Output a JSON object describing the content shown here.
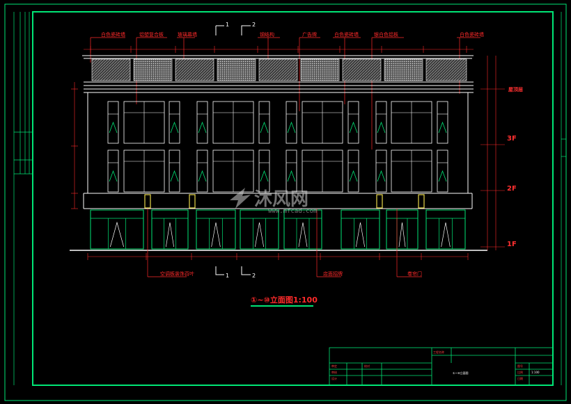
{
  "drawing": {
    "title": "①~⑩立面图1:100",
    "section_mark_1": "1",
    "section_mark_2": "2"
  },
  "annotations_top": [
    "白色瓷砖墙",
    "铝塑复合板",
    "玻璃幕墙",
    "钢结构",
    "广告牌",
    "白色瓷砖墙",
    "银白色铝板",
    "白色瓷砖墙"
  ],
  "annotations_bottom": [
    "空调板装饰百叶",
    "店面招牌",
    "卷帘门"
  ],
  "levels": [
    "屋顶层",
    "3F",
    "2F",
    "1F"
  ],
  "title_block": {
    "project": "工程名称",
    "drawing_name": "①~⑩立面图",
    "rows": [
      "审定",
      "审核",
      "设计",
      "校对"
    ],
    "right": [
      "图号",
      "比例",
      "日期"
    ],
    "scale": "1:100"
  },
  "watermark": {
    "text": "沐风网",
    "url": "www.mfcad.com"
  },
  "colors": {
    "frame": "#00e676",
    "annotation": "#ff2a2a",
    "window": "#ffffff",
    "ground": "#ffffff",
    "storefront": "#00e676",
    "yellow": "#e8d84a"
  }
}
